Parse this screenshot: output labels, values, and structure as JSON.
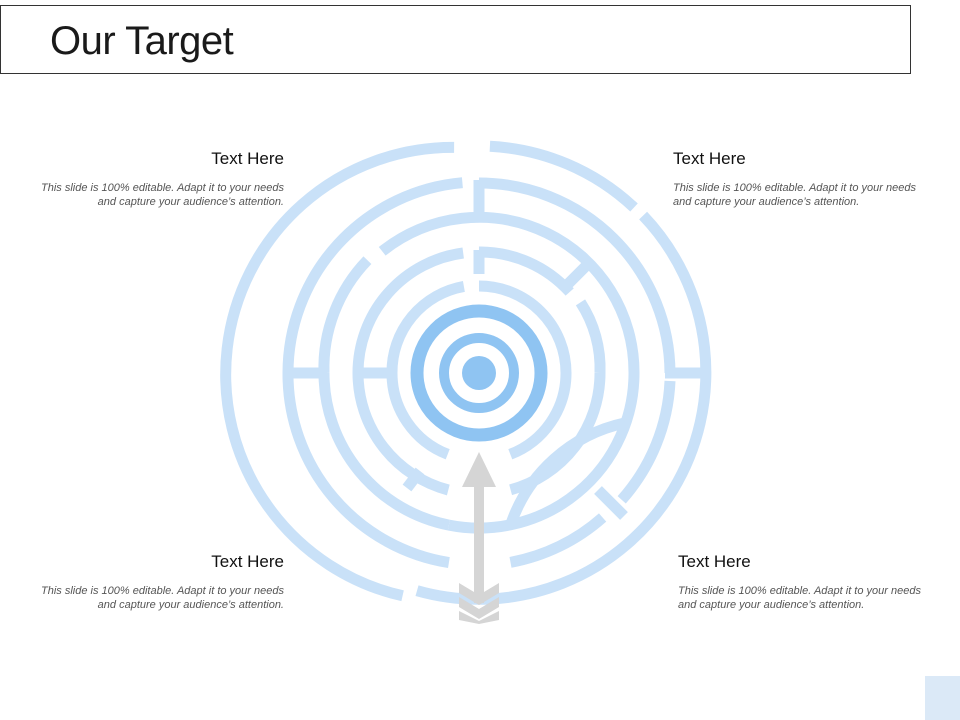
{
  "slide": {
    "title": "Our Target"
  },
  "blocks": [
    {
      "heading": "Text Here",
      "body": "This slide is 100% editable. Adapt it to your needs and capture your audience’s attention."
    },
    {
      "heading": "Text Here",
      "body": "This slide is 100% editable. Adapt it to your needs and capture your audience’s attention."
    },
    {
      "heading": "Text Here",
      "body": "This slide is 100% editable. Adapt it to your needs and capture your audience’s attention."
    },
    {
      "heading": "Text Here",
      "body": "This slide is 100% editable. Adapt it to your needs and capture your audience’s attention."
    }
  ],
  "colors": {
    "maze": "#c9e1f8",
    "target": "#8fc4f2",
    "arrow": "#d5d5d5",
    "corner_accent": "#dbe9f7"
  },
  "icons": {
    "maze": "maze-icon",
    "target": "target-icon",
    "arrow": "arrow-icon"
  }
}
